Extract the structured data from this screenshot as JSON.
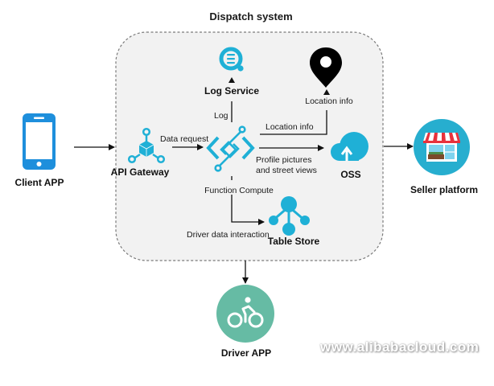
{
  "title": "Dispatch system",
  "colors": {
    "accent": "#1FB0D6",
    "phone": "#1E8FDC",
    "seller_bg": "#27AECF",
    "driver_bg": "#66BBA4",
    "container_bg": "#F2F2F2",
    "container_border": "#7A7A7A"
  },
  "nodes": {
    "client_app": {
      "label": "Client APP",
      "icon": "smartphone-icon"
    },
    "api_gateway": {
      "label": "API Gateway",
      "icon": "api-gateway-cube-icon"
    },
    "function_compute": {
      "label": "Function Compute",
      "icon": "function-compute-icon"
    },
    "log_service": {
      "label": "Log Service",
      "icon": "log-search-icon"
    },
    "location": {
      "label": "Location info",
      "icon": "map-pin-icon"
    },
    "oss": {
      "label": "OSS",
      "icon": "cloud-upload-icon"
    },
    "table_store": {
      "label": "Table Store",
      "icon": "tree-nodes-icon"
    },
    "seller_platform": {
      "label": "Seller platform",
      "icon": "storefront-icon"
    },
    "driver_app": {
      "label": "Driver APP",
      "icon": "bicycle-icon"
    }
  },
  "edges": [
    {
      "from": "client_app",
      "to": "api_gateway",
      "label": ""
    },
    {
      "from": "api_gateway",
      "to": "function_compute",
      "label": "Data request"
    },
    {
      "from": "function_compute",
      "to": "log_service",
      "label": "Log"
    },
    {
      "from": "function_compute",
      "to": "location",
      "label": "Location info"
    },
    {
      "from": "function_compute",
      "to": "oss",
      "label": "Profile pictures and street views"
    },
    {
      "from": "function_compute",
      "to": "table_store",
      "label": "Driver data interaction"
    },
    {
      "from": "dispatch_system",
      "to": "seller_platform",
      "label": ""
    },
    {
      "from": "dispatch_system",
      "to": "driver_app",
      "label": ""
    }
  ],
  "edge_labels": {
    "data_request": "Data request",
    "log": "Log",
    "location_info": "Location info",
    "profile_line1": "Profile pictures",
    "profile_line2": "and street views",
    "driver_data": "Driver data interaction"
  },
  "watermark": "www.alibabacloud.com"
}
